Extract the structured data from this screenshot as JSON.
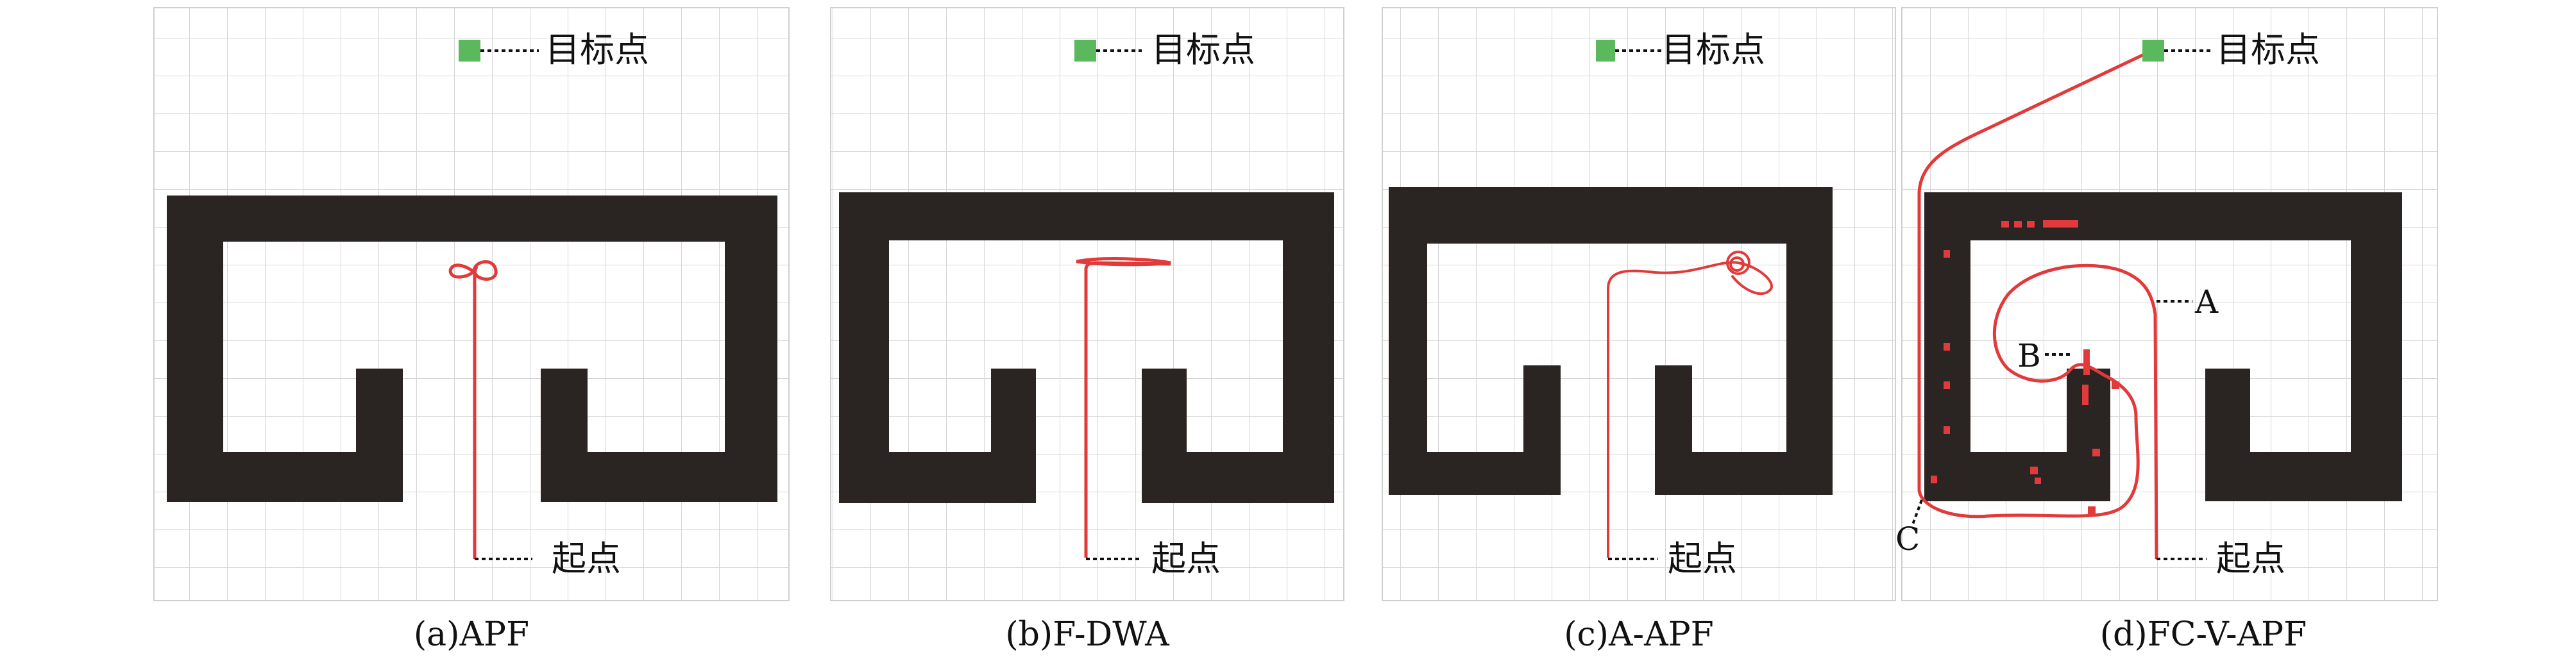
{
  "labels": {
    "goal": "目标点",
    "start": "起点",
    "point_a": "A",
    "point_b": "B",
    "point_c": "C"
  },
  "panels": [
    {
      "id": "a",
      "caption": "(a)APF"
    },
    {
      "id": "b",
      "caption": "(b)F-DWA"
    },
    {
      "id": "c",
      "caption": "(c)A-APF"
    },
    {
      "id": "d",
      "caption": "(d)FC-V-APF"
    }
  ],
  "colors": {
    "wall": "#2a2522",
    "grid": "#d8d8d8",
    "path": "#e23a3a",
    "goal_marker": "#5cb85c",
    "leader_line": "#111111"
  }
}
